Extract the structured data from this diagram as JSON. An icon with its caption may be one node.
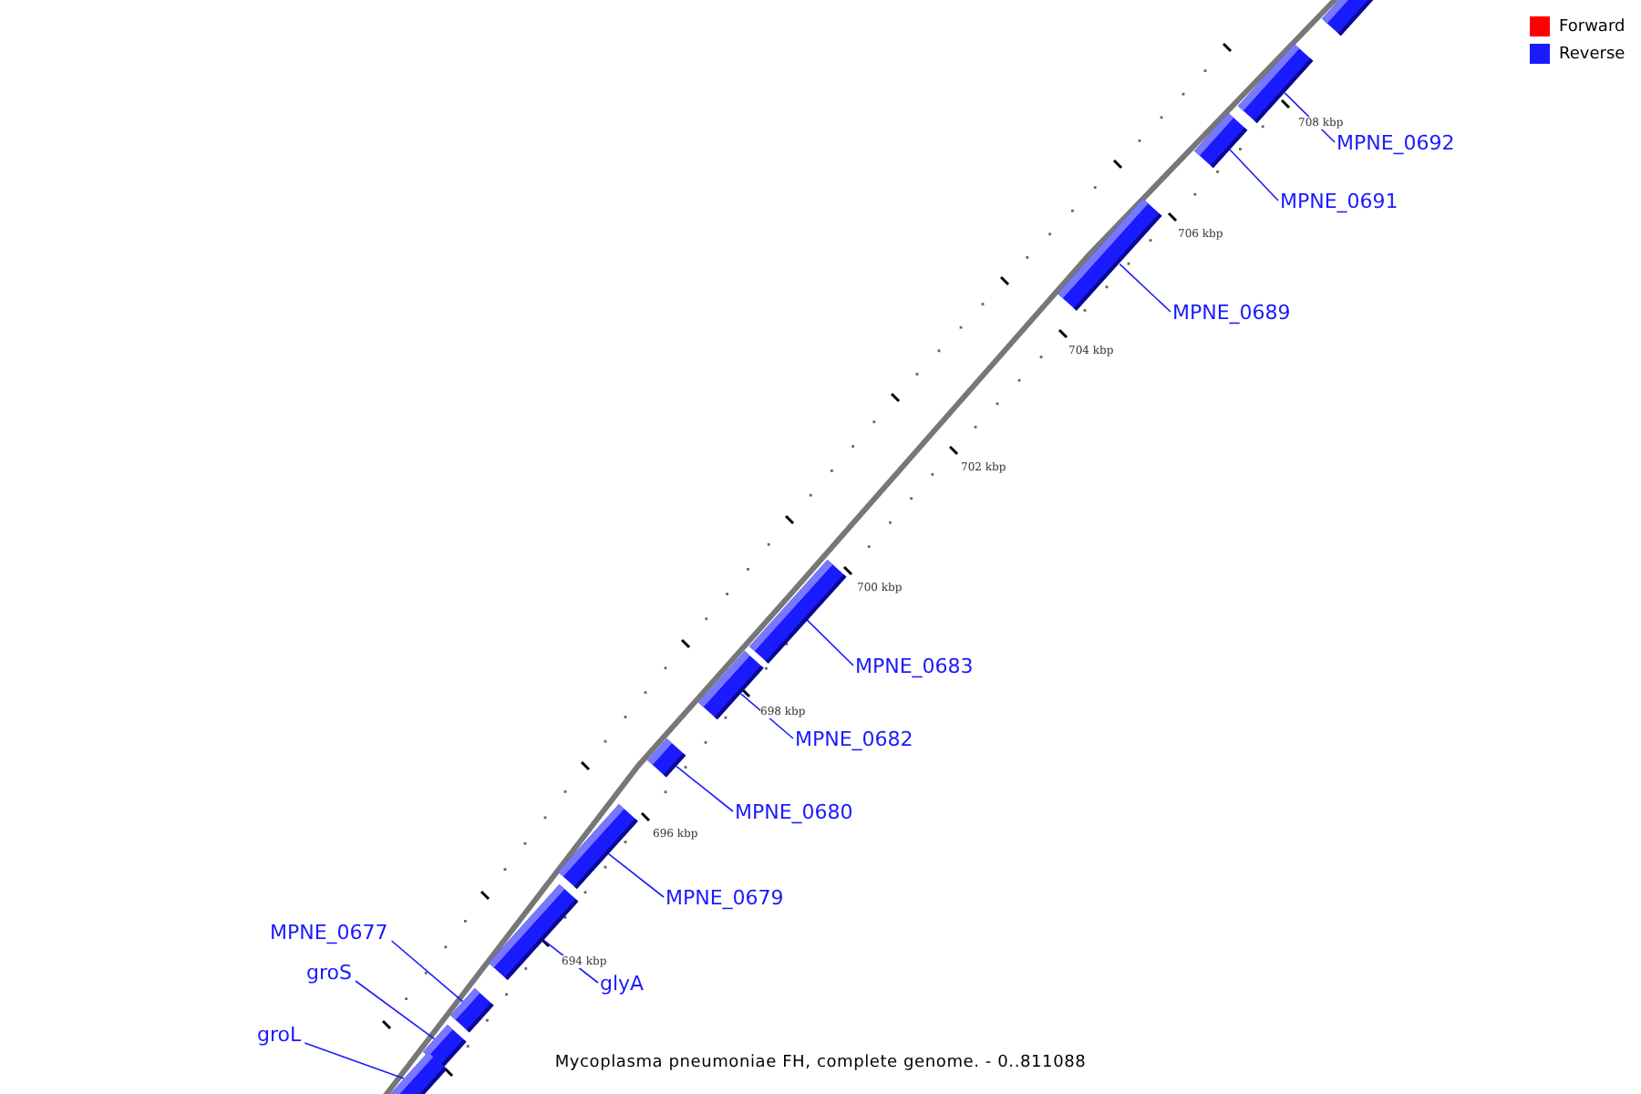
{
  "diagram": {
    "caption": "Mycoplasma pneumoniae FH, complete genome. - 0..811088",
    "nodes": [
      {
        "text": [],
        "shape": "bar"
      },
      {
        "text": [],
        "shape": "bar"
      },
      {
        "text": [],
        "shape": "bar"
      },
      {
        "text": [],
        "shape": "bar"
      },
      {
        "text": [],
        "shape": "bar"
      },
      {
        "text": [],
        "shape": "bar"
      },
      {
        "text": [],
        "shape": "bar"
      },
      {
        "text": [],
        "shape": "bar"
      },
      {
        "text": [],
        "shape": "bar"
      },
      {
        "text": [],
        "shape": "bar"
      },
      {
        "text": [],
        "shape": "bar"
      },
      {
        "text": [],
        "shape": "bar"
      },
      {
        "text": [
          "MPNE_0692"
        ]
      },
      {
        "text": [
          "MPNE_0691"
        ]
      },
      {
        "text": [
          "MPNE_0689"
        ]
      },
      {
        "text": [
          "MPNE_0683"
        ]
      },
      {
        "text": [
          "MPNE_0682"
        ]
      },
      {
        "text": [
          "MPNE_0680"
        ]
      },
      {
        "text": [
          "MPNE_0679"
        ]
      },
      {
        "text": [
          "MPNE_0677"
        ]
      },
      {
        "text": [
          "groS"
        ]
      },
      {
        "text": [
          "glyA"
        ]
      },
      {
        "text": [
          "groL"
        ]
      }
    ],
    "edges": [
      {
        "from": 12,
        "to": 1,
        "arrow": "none"
      },
      {
        "from": 13,
        "to": 2,
        "arrow": "none"
      },
      {
        "from": 14,
        "to": 3,
        "arrow": "none"
      },
      {
        "from": 15,
        "to": 4,
        "arrow": "none"
      },
      {
        "from": 16,
        "to": 5,
        "arrow": "none"
      },
      {
        "from": 17,
        "to": 6,
        "arrow": "none"
      },
      {
        "from": 18,
        "to": 7,
        "arrow": "none"
      },
      {
        "from": 19,
        "to": 9,
        "arrow": "none"
      },
      {
        "from": 20,
        "to": 10,
        "arrow": "none"
      },
      {
        "from": 21,
        "to": 8,
        "arrow": "none"
      },
      {
        "from": 22,
        "to": 11,
        "arrow": "none"
      }
    ],
    "labels": [
      "708 kbp",
      "706 kbp",
      "704 kbp",
      "702 kbp",
      "700 kbp",
      "698 kbp",
      "696 kbp",
      "694 kbp"
    ],
    "legend": [
      {
        "text": "Forward",
        "color": "#ff0000"
      },
      {
        "text": "Reverse",
        "color": "#1a1aff"
      }
    ]
  }
}
